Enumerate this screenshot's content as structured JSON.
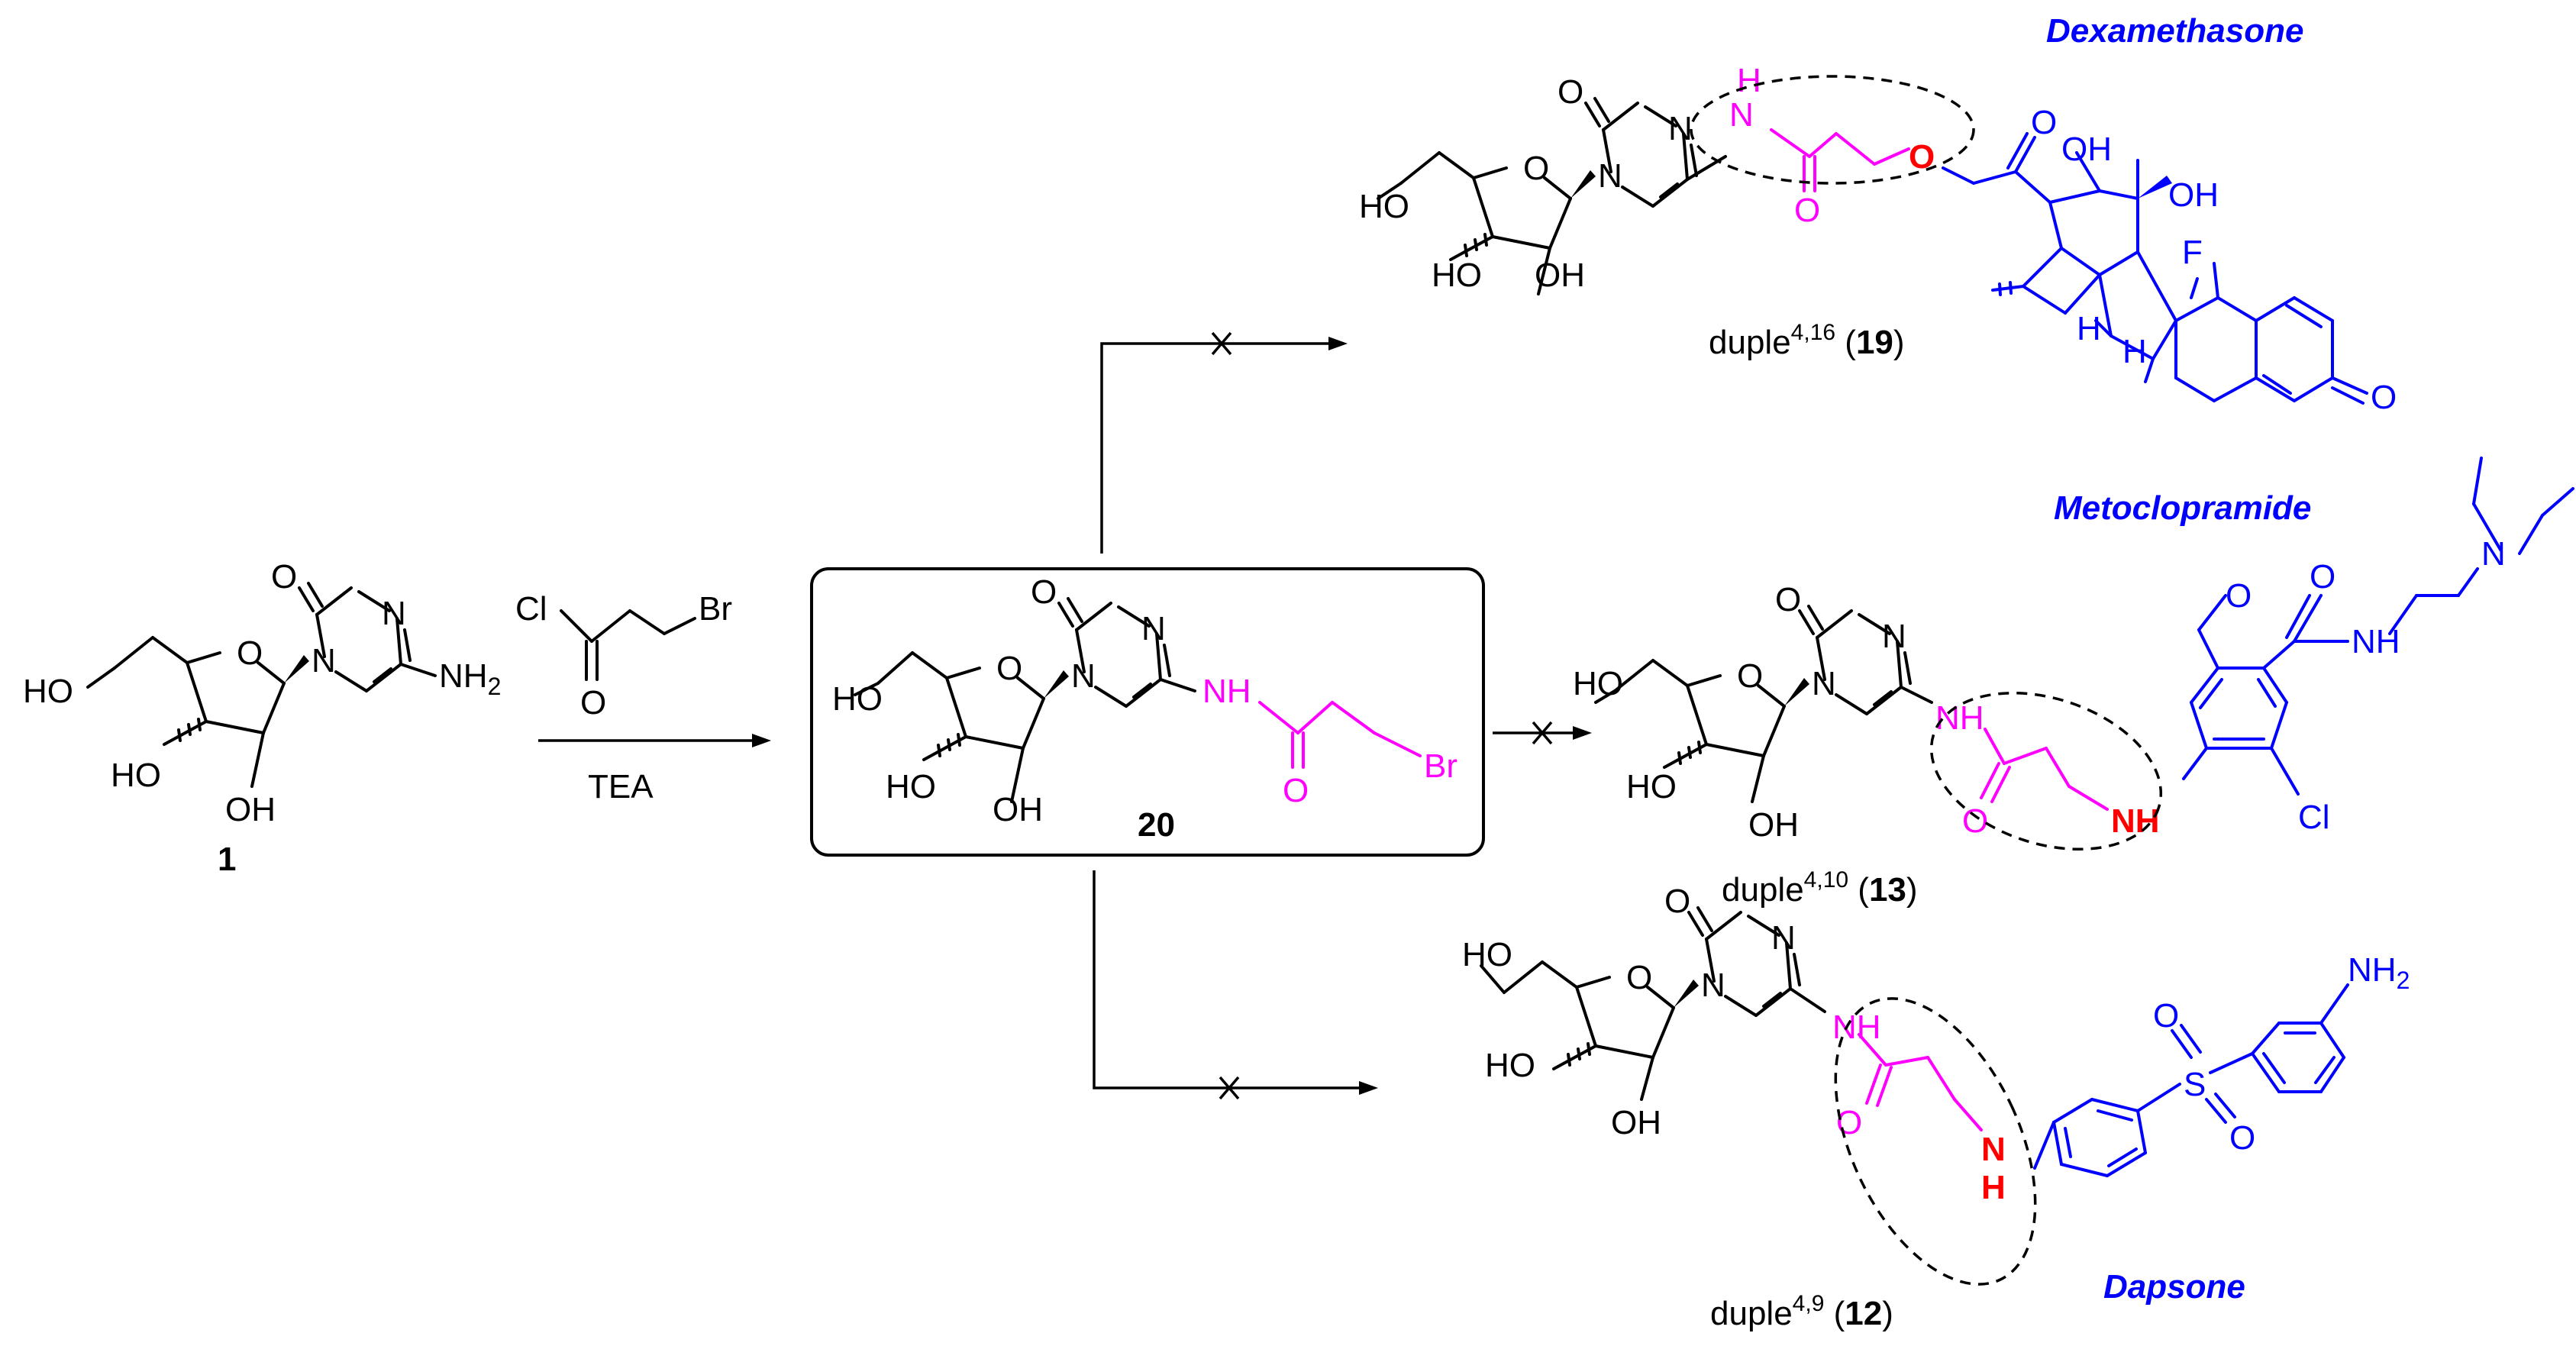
{
  "compounds": {
    "cytarabine": {
      "label": "1"
    },
    "intermediate": {
      "label": "20"
    },
    "dexa_duple": {
      "caption_prefix": "duple",
      "caption_sup": "4,16",
      "caption_label": "19"
    },
    "meto_duple": {
      "caption_prefix": "duple",
      "caption_sup": "4,10",
      "caption_label": "13"
    },
    "dapsone_duple": {
      "caption_prefix": "duple",
      "caption_sup": "4,9",
      "caption_label": "12"
    }
  },
  "drug_names": {
    "dexamethasone": "Dexamethasone",
    "metoclopramide": "Metoclopramide",
    "dapsone": "Dapsone"
  },
  "reagents": {
    "acid_chloride_cl": "Cl",
    "acid_chloride_br": "Br",
    "acid_chloride_o": "O",
    "base": "TEA"
  },
  "atoms": {
    "ho": "HO",
    "oh": "OH",
    "o": "O",
    "n": "N",
    "nh2": "NH",
    "nh2_sub": "2",
    "nh": "NH",
    "h": "H",
    "br": "Br",
    "cl": "Cl",
    "f": "F",
    "s": "S"
  },
  "colors": {
    "core": "#000000",
    "linker": "#ff00ff",
    "drug": "#0000ff",
    "linkage_atom": "#ff0000"
  }
}
